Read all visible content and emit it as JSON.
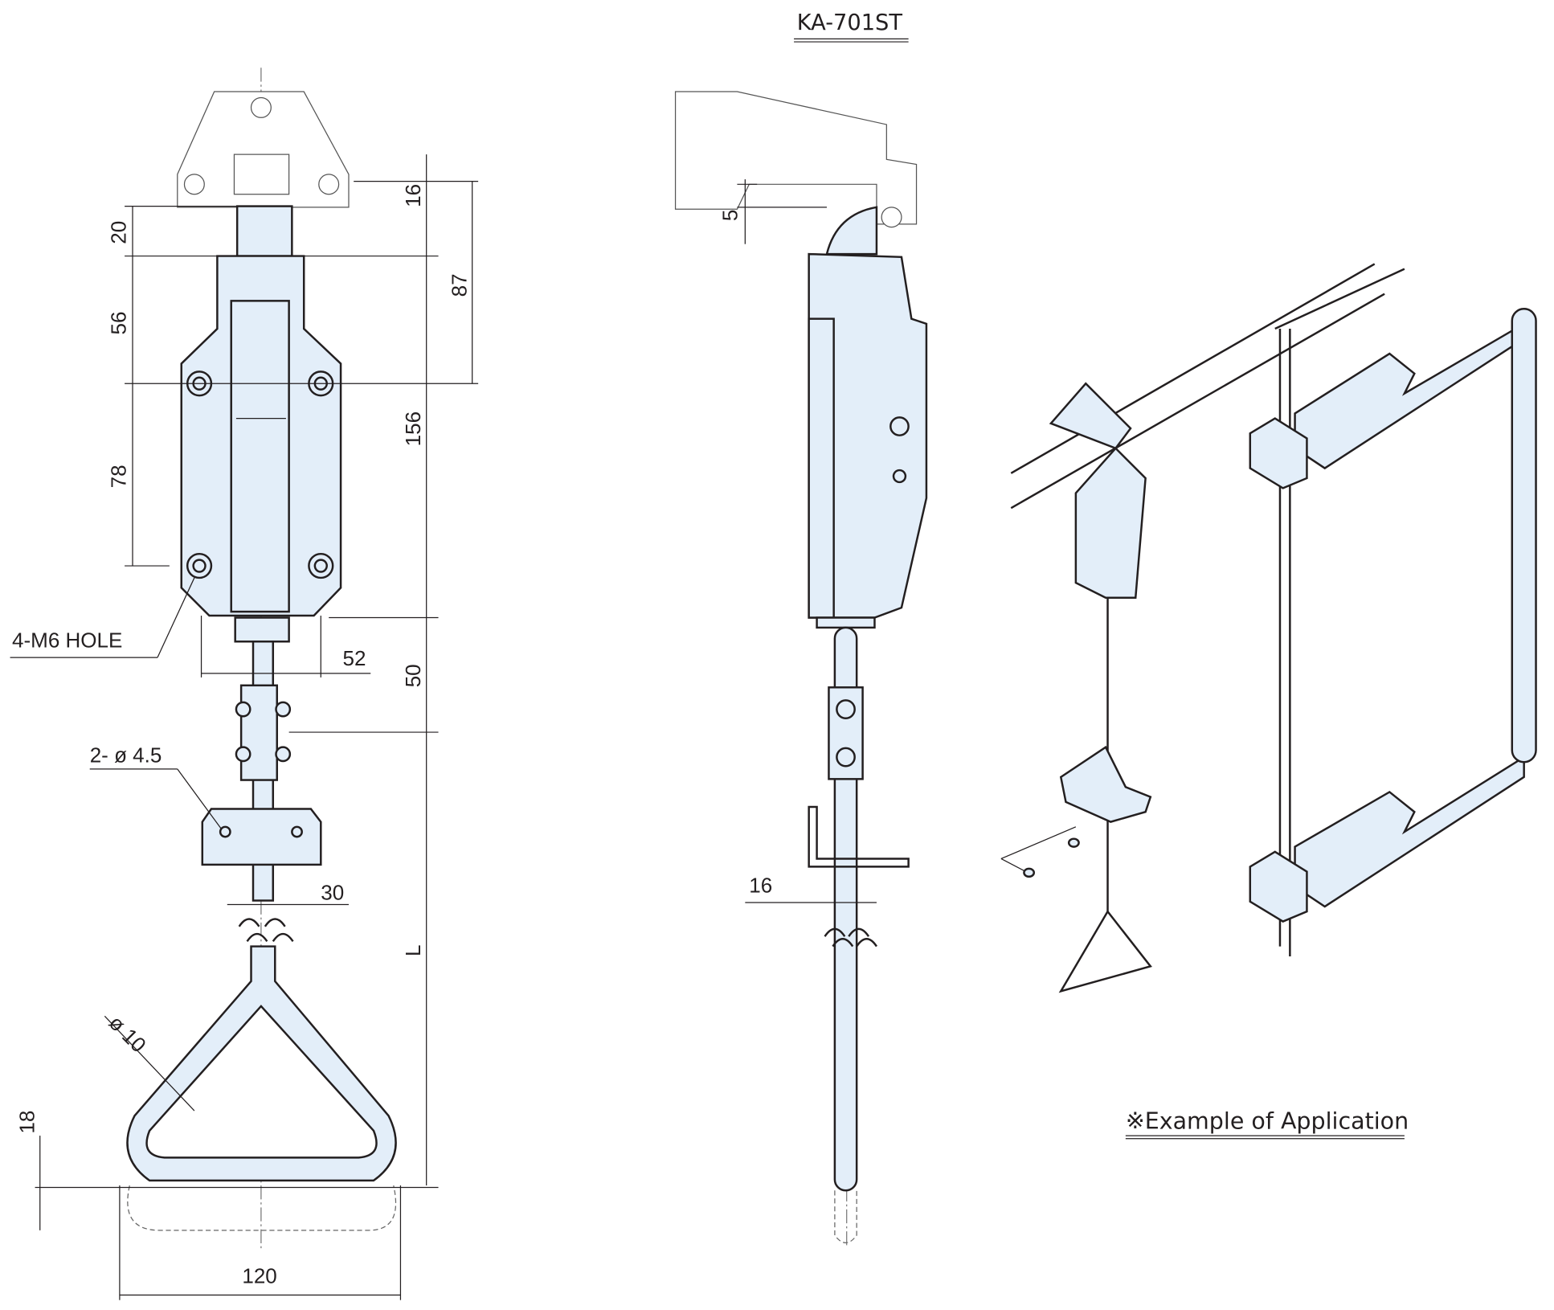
{
  "title": "KA-701ST",
  "front_view": {
    "dims": {
      "d16": "16",
      "d20": "20",
      "d87": "87",
      "d56": "56",
      "d156": "156",
      "d78": "78",
      "d52": "52",
      "d50": "50",
      "d30": "30",
      "dL": "L",
      "dia10": "ø 10",
      "d18": "18",
      "d120": "120"
    },
    "callouts": {
      "holes": "4-M6 HOLE",
      "bracket_holes": "2- ø 4.5"
    }
  },
  "side_view": {
    "dims": {
      "d5": "5",
      "d16": "16"
    }
  },
  "application": {
    "caption": "※Example of Application"
  },
  "colors": {
    "fill": "#e3eef9",
    "line": "#231f20"
  }
}
